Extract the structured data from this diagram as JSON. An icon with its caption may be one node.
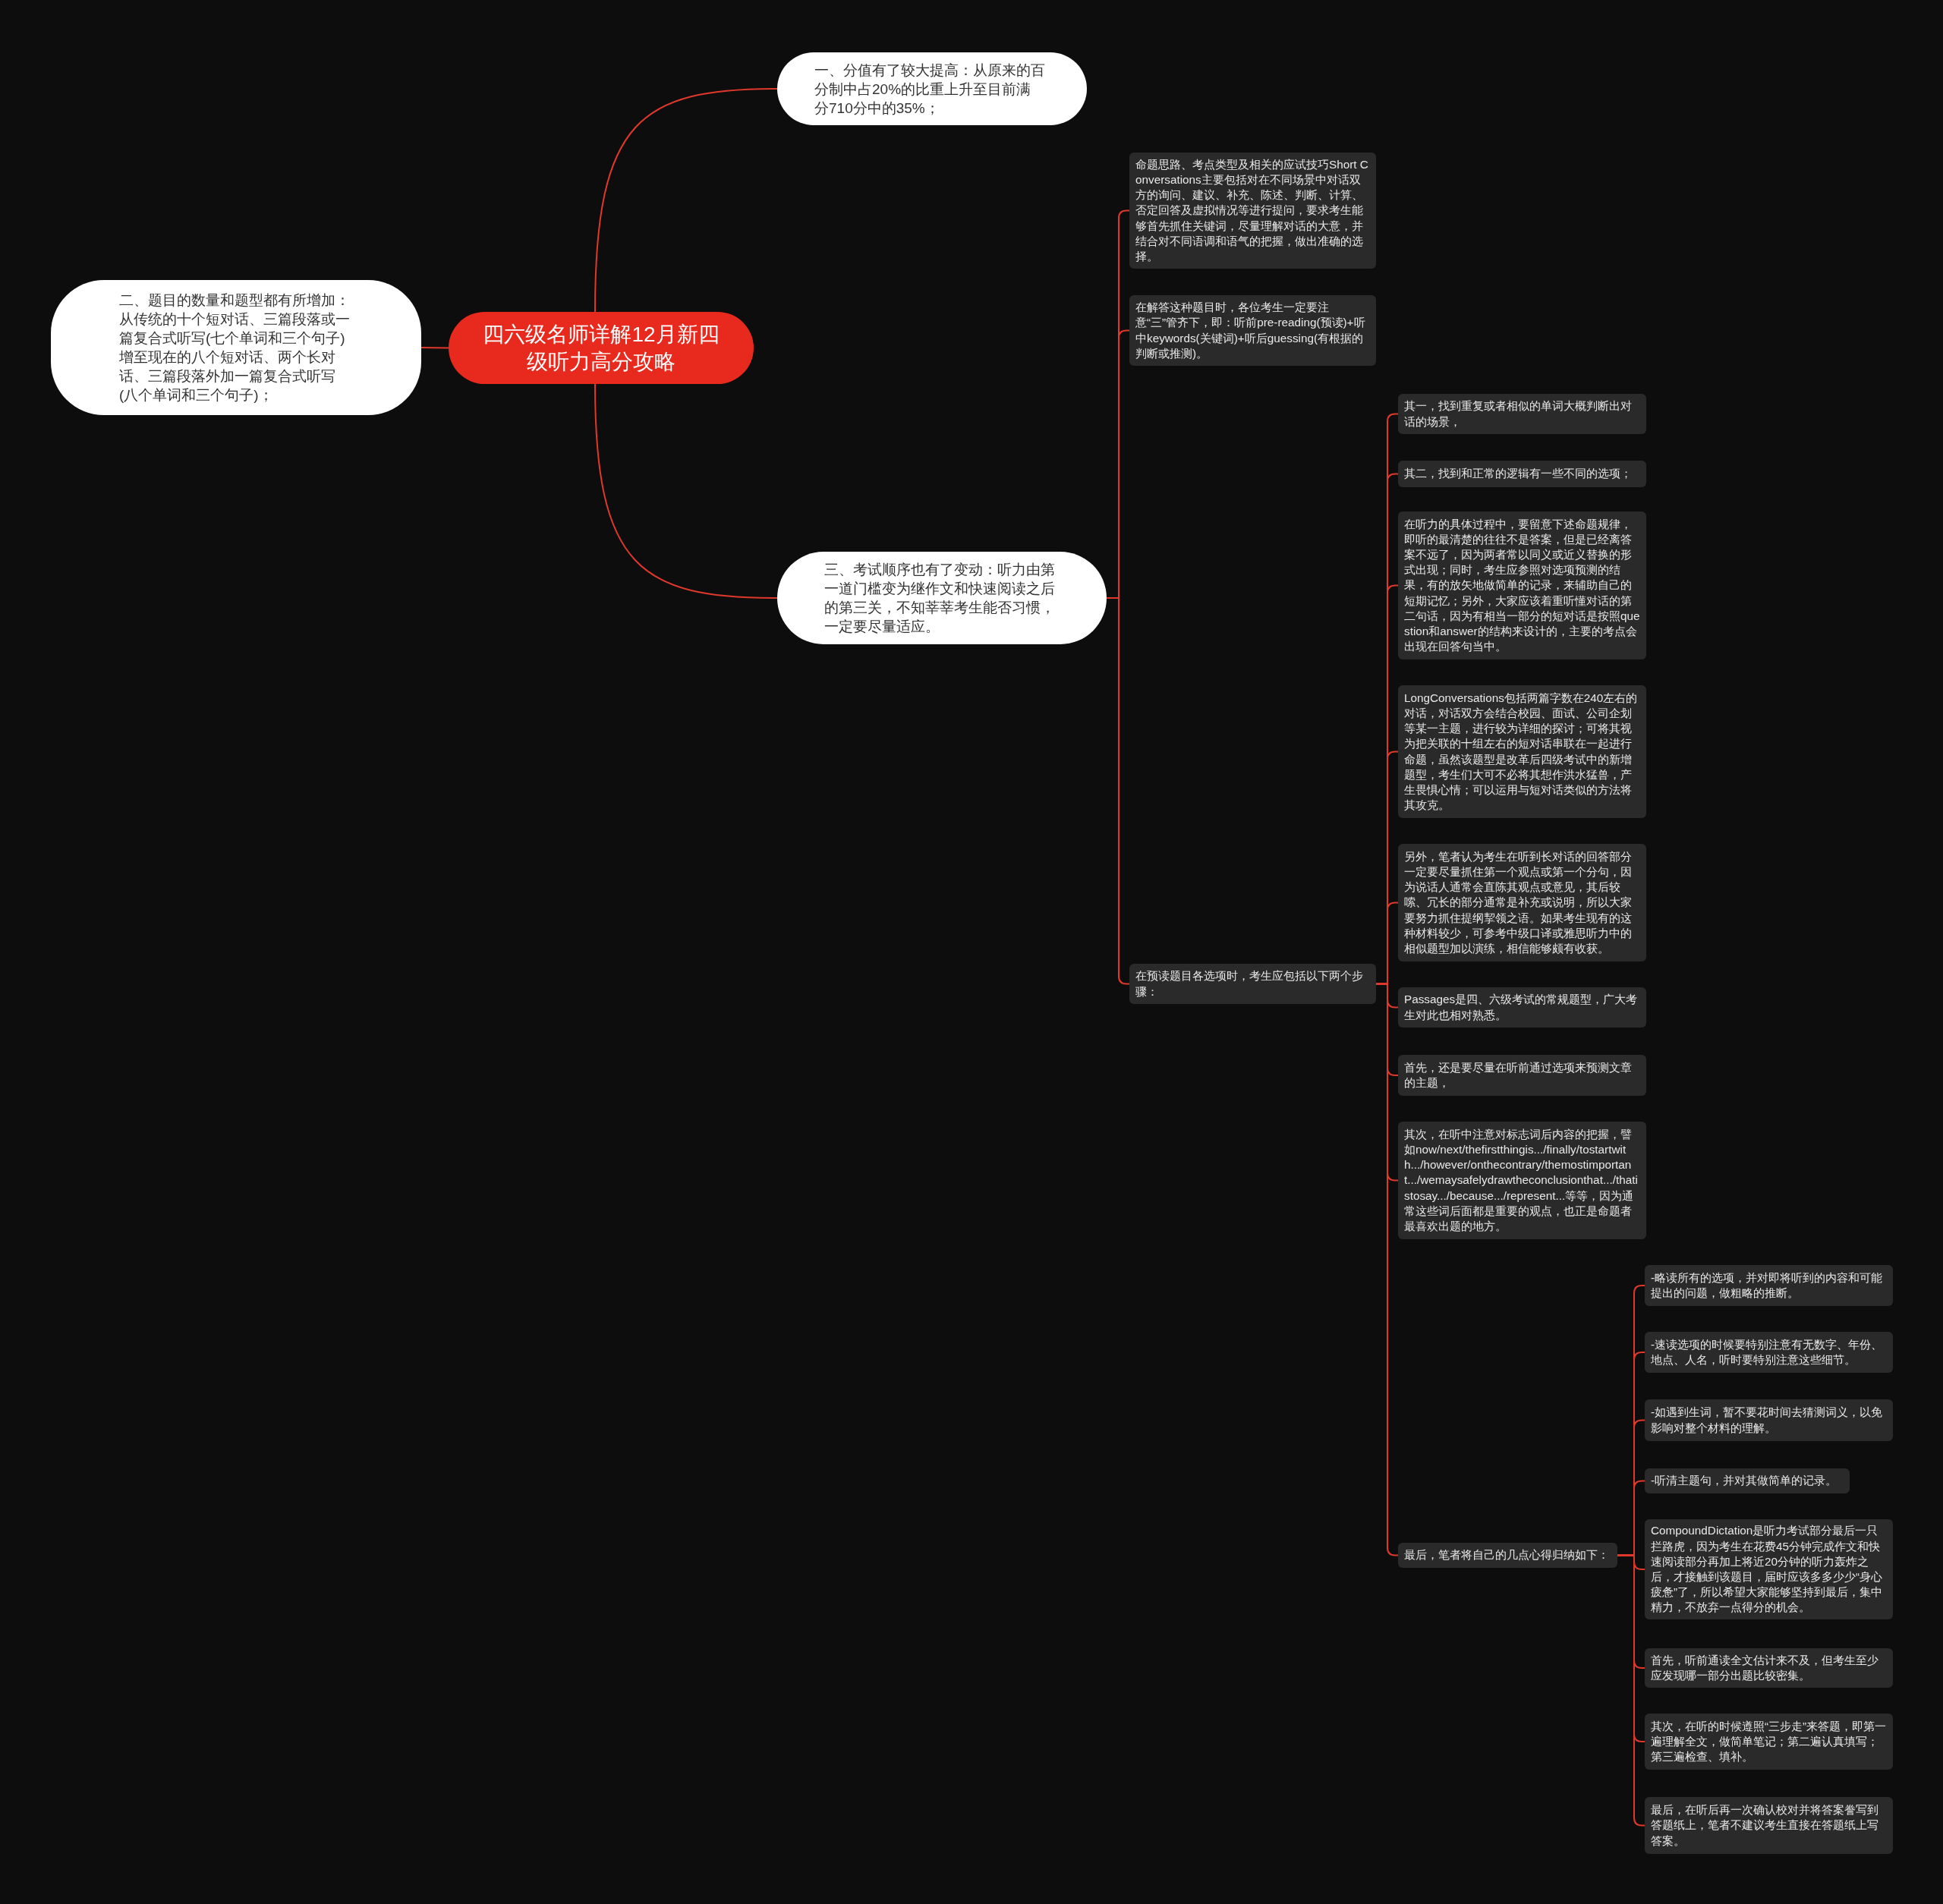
{
  "diagram": {
    "nodes": [
      {
        "text": [
          "四六级名师详解12月新四级听力高分攻略"
        ]
      },
      {
        "text": [
          "一、分值有了较大提高：从原来的百分制中占20%的比重上升至目前满分710分中的35%；"
        ]
      },
      {
        "text": [
          "二、题目的数量和题型都有所增加：从传统的十个短对话、三篇段落或一篇复合式听写(七个单词和三个句子)增至现在的八个短对话、两个长对话、三篇段落外加一篇复合式听写(八个单词和三个句子)；"
        ]
      },
      {
        "text": [
          "三、考试顺序也有了变动：听力由第一道门槛变为继作文和快速阅读之后的第三关，不知莘莘考生能否习惯，一定要尽量适应。"
        ]
      },
      {
        "text": [
          "命题思路、考点类型及相关的应试技巧Short Conversations主要包括对在不同场景中对话双方的询问、建议、补充、陈述、判断、计算、否定回答及虚拟情况等进行提问，要求考生能够首先抓住关键词，尽量理解对话的大意，并结合对不同语调和语气的把握，做出准确的选择。"
        ]
      },
      {
        "text": [
          "在解答这种题目时，各位考生一定要注意“三”管齐下，即：听前pre-reading(预读)+听中keywords(关键词)+听后guessing(有根据的判断或推测)。"
        ]
      },
      {
        "text": [
          "在预读题目各选项时，考生应包括以下两个步骤："
        ]
      },
      {
        "text": [
          "其一，找到重复或者相似的单词大概判断出对话的场景，"
        ]
      },
      {
        "text": [
          "其二，找到和正常的逻辑有一些不同的选项；"
        ]
      },
      {
        "text": [
          "在听力的具体过程中，要留意下述命题规律，即听的最清楚的往往不是答案，但是已经离答案不远了，因为两者常以同义或近义替换的形式出现；同时，考生应参照对选项预测的结果，有的放矢地做简单的记录，来辅助自己的短期记忆；另外，大家应该着重听懂对话的第二句话，因为有相当一部分的短对话是按照question和answer的结构来设计的，主要的考点会出现在回答句当中。"
        ]
      },
      {
        "text": [
          "LongConversations包括两篇字数在240左右的对话，对话双方会结合校园、面试、公司企划等某一主题，进行较为详细的探讨；可将其视为把关联的十组左右的短对话串联在一起进行命题，虽然该题型是改革后四级考试中的新增题型，考生们大可不必将其想作洪水猛兽，产生畏惧心情；可以运用与短对话类似的方法将其攻克。"
        ]
      },
      {
        "text": [
          "另外，笔者认为考生在听到长对话的回答部分一定要尽量抓住第一个观点或第一个分句，因为说话人通常会直陈其观点或意见，其后较嗦、冗长的部分通常是补充或说明，所以大家要努力抓住提纲挈领之语。如果考生现有的这种材料较少，可参考中级口译或雅思听力中的相似题型加以演练，相信能够颇有收获。"
        ]
      },
      {
        "text": [
          "Passages是四、六级考试的常规题型，广大考生对此也相对熟悉。"
        ]
      },
      {
        "text": [
          "首先，还是要尽量在听前通过选项来预测文章的主题，"
        ]
      },
      {
        "text": [
          "其次，在听中注意对标志词后内容的把握，譬如now/next/thefirstthingis.../finally/tostartwith.../however/onthecontrary/themostimportant.../wemaysafelydrawtheconclusionthat.../thatistosay.../because.../represent...等等，因为通常这些词后面都是重要的观点，也正是命题者最喜欢出题的地方。"
        ]
      },
      {
        "text": [
          "最后，笔者将自己的几点心得归纳如下："
        ]
      },
      {
        "text": [
          "-略读所有的选项，并对即将听到的内容和可能提出的问题，做粗略的推断。"
        ]
      },
      {
        "text": [
          "-速读选项的时候要特别注意有无数字、年份、地点、人名，听时要特别注意这些细节。"
        ]
      },
      {
        "text": [
          "-如遇到生词，暂不要花时间去猜测词义，以免影响对整个材料的理解。"
        ]
      },
      {
        "text": [
          "-听清主题句，并对其做简单的记录。"
        ]
      },
      {
        "text": [
          "CompoundDictation是听力考试部分最后一只拦路虎，因为考生在花费45分钟完成作文和快速阅读部分再加上将近20分钟的听力轰炸之后，才接触到该题目，届时应该多多少少“身心疲惫”了，所以希望大家能够坚持到最后，集中精力，不放弃一点得分的机会。"
        ]
      },
      {
        "text": [
          "首先，听前通读全文估计来不及，但考生至少应发现哪一部分出题比较密集。"
        ]
      },
      {
        "text": [
          "其次，在听的时候遵照“三步走”来答题，即第一遍理解全文，做简单笔记；第二遍认真填写；第三遍检查、填补。"
        ]
      },
      {
        "text": [
          "最后，在听后再一次确认校对并将答案誊写到答题纸上，笔者不建议考生直接在答题纸上写答案。"
        ]
      }
    ],
    "edges": [
      {
        "from": 0,
        "to": 1,
        "arrow": "none"
      },
      {
        "from": 0,
        "to": 2,
        "arrow": "none"
      },
      {
        "from": 0,
        "to": 3,
        "arrow": "none"
      },
      {
        "from": 3,
        "to": 4,
        "arrow": "none"
      },
      {
        "from": 3,
        "to": 5,
        "arrow": "none"
      },
      {
        "from": 3,
        "to": 6,
        "arrow": "none"
      },
      {
        "from": 6,
        "to": 7,
        "arrow": "none"
      },
      {
        "from": 6,
        "to": 8,
        "arrow": "none"
      },
      {
        "from": 6,
        "to": 9,
        "arrow": "none"
      },
      {
        "from": 6,
        "to": 10,
        "arrow": "none"
      },
      {
        "from": 6,
        "to": 11,
        "arrow": "none"
      },
      {
        "from": 6,
        "to": 12,
        "arrow": "none"
      },
      {
        "from": 6,
        "to": 13,
        "arrow": "none"
      },
      {
        "from": 6,
        "to": 14,
        "arrow": "none"
      },
      {
        "from": 6,
        "to": 15,
        "arrow": "none"
      },
      {
        "from": 15,
        "to": 16,
        "arrow": "none"
      },
      {
        "from": 15,
        "to": 17,
        "arrow": "none"
      },
      {
        "from": 15,
        "to": 18,
        "arrow": "none"
      },
      {
        "from": 15,
        "to": 19,
        "arrow": "none"
      },
      {
        "from": 15,
        "to": 20,
        "arrow": "none"
      },
      {
        "from": 15,
        "to": 21,
        "arrow": "none"
      },
      {
        "from": 15,
        "to": 22,
        "arrow": "none"
      },
      {
        "from": 15,
        "to": 23,
        "arrow": "none"
      }
    ]
  }
}
